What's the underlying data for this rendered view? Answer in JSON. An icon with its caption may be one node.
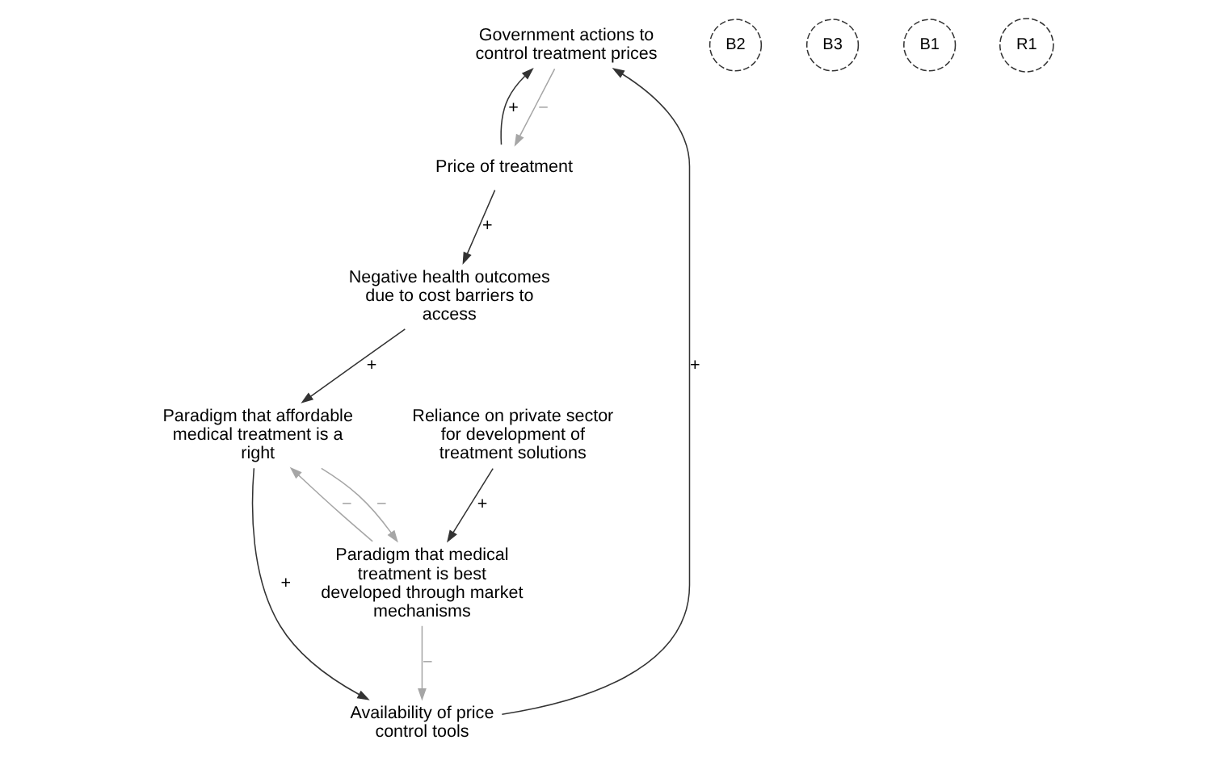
{
  "diagram": {
    "nodes": [
      {
        "text": [
          "Government actions to control treatment prices"
        ]
      },
      {
        "text": [
          "Availability of price control tools"
        ]
      },
      {
        "text": [
          "Price of treatment"
        ]
      },
      {
        "text": [
          "Paradigm that affordable medical treatment is a right"
        ]
      },
      {
        "text": [
          "Paradigm that medical treatment is best developed through market mechanisms"
        ]
      },
      {
        "text": [
          "Negative health outcomes due to cost barriers to access"
        ]
      },
      {
        "text": [
          "Reliance on private sector for development of treatment solutions"
        ]
      }
    ],
    "edges": [
      {
        "from": 1,
        "to": 0,
        "arrow": "to",
        "label": "+"
      },
      {
        "from": 0,
        "to": 2,
        "arrow": "to",
        "label": "−",
        "color": "#a6a6a6"
      },
      {
        "from": 2,
        "to": 0,
        "arrow": "to",
        "label": "+"
      },
      {
        "from": 2,
        "to": 5,
        "arrow": "to",
        "label": "+"
      },
      {
        "from": 5,
        "to": 3,
        "arrow": "to",
        "label": "+"
      },
      {
        "from": 3,
        "to": 1,
        "arrow": "to",
        "label": "+"
      },
      {
        "from": 3,
        "to": 4,
        "arrow": "to",
        "label": "−",
        "color": "#a6a6a6"
      },
      {
        "from": 4,
        "to": 3,
        "arrow": "to",
        "label": "−",
        "color": "#a6a6a6"
      },
      {
        "from": 4,
        "to": 1,
        "arrow": "to",
        "label": "−",
        "color": "#a6a6a6"
      },
      {
        "from": 6,
        "to": 4,
        "arrow": "to",
        "label": "+"
      }
    ],
    "labels": [
      "B2",
      "B3",
      "B1",
      "R1"
    ]
  }
}
